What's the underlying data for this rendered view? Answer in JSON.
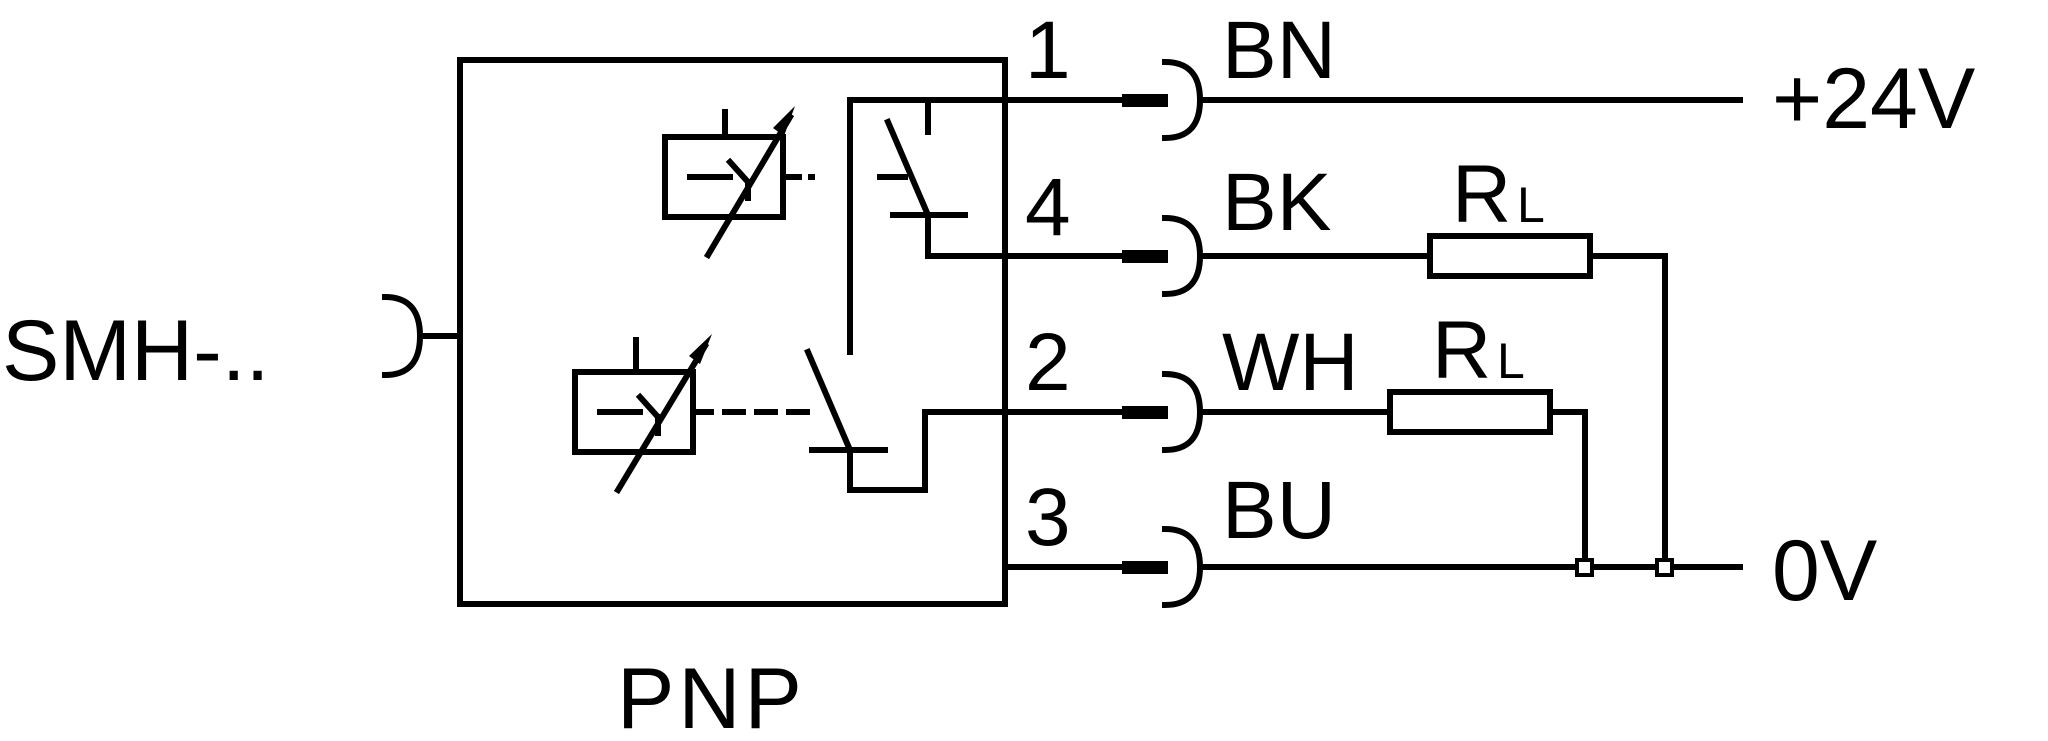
{
  "device": {
    "model": "SMH-..",
    "output_type": "PNP"
  },
  "pins": [
    {
      "number": "1",
      "wire_color": "BN"
    },
    {
      "number": "4",
      "wire_color": "BK"
    },
    {
      "number": "2",
      "wire_color": "WH"
    },
    {
      "number": "3",
      "wire_color": "BU"
    }
  ],
  "supply": {
    "positive": "+24V",
    "ground": "0V"
  },
  "loads": [
    {
      "label": "R",
      "subscript": "L"
    },
    {
      "label": "R",
      "subscript": "L"
    }
  ]
}
